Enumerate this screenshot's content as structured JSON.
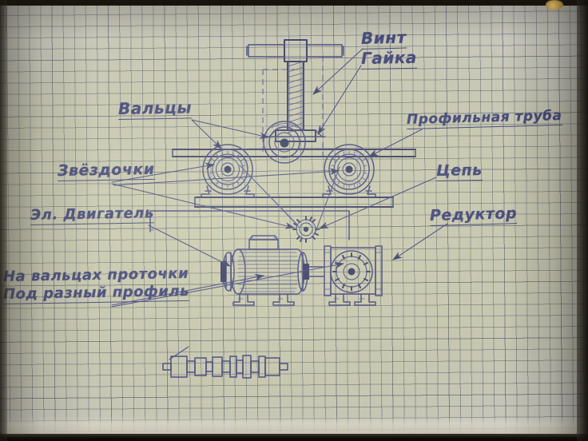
{
  "document": {
    "kind": "hand-drawn-sketch",
    "medium": "graph-paper",
    "ink_color": "#3b3f72",
    "paper_color": "#dcdcc0",
    "grid_color": "#5c6880",
    "subject": "Профильная труба — вальцы (roller bender) assembly sketch"
  },
  "labels": {
    "screw": "Винт",
    "nut": "Гайка",
    "rollers": "Вальцы",
    "profile_pipe": "Профильная труба",
    "sprockets": "Звёздочки",
    "chain": "Цепь",
    "motor": "Эл. Двигатель",
    "reducer": "Редуктор",
    "note_line1": "На вальцах проточки",
    "note_line2": "Под разный профиль"
  },
  "parts": [
    {
      "name": "screw-handle",
      "label": "Винт"
    },
    {
      "name": "nut-block",
      "label": "Гайка"
    },
    {
      "name": "top-roller",
      "label": "Вальцы"
    },
    {
      "name": "left-roller",
      "label": "Вальцы"
    },
    {
      "name": "right-roller",
      "label": "Вальцы"
    },
    {
      "name": "profile-pipe-stock",
      "label": "Профильная труба"
    },
    {
      "name": "sprocket-left",
      "label": "Звёздочки"
    },
    {
      "name": "sprocket-right",
      "label": "Звёздочки"
    },
    {
      "name": "idler-sprocket",
      "label": "Цепь"
    },
    {
      "name": "electric-motor",
      "label": "Эл. Двигатель"
    },
    {
      "name": "gearbox",
      "label": "Редуктор"
    },
    {
      "name": "roller-profile-detail",
      "label": "На вальцах проточки Под разный профиль"
    }
  ]
}
